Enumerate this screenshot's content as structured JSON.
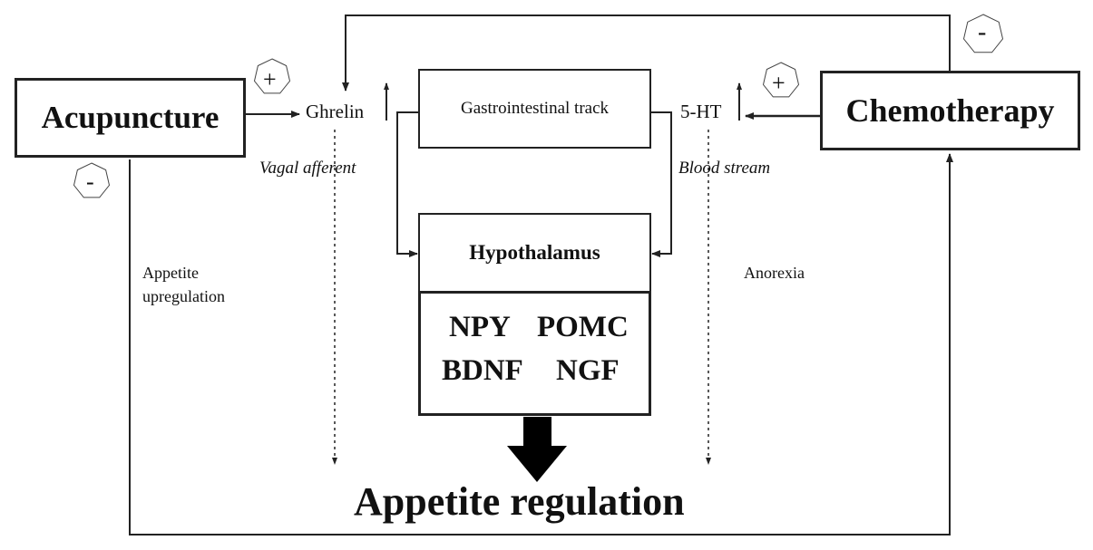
{
  "nodes": {
    "acupuncture": "Acupuncture",
    "chemotherapy": "Chemotherapy",
    "gi_tract": "Gastrointestinal track",
    "hypothalamus": "Hypothalamus",
    "npy": "NPY",
    "pomc": "POMC",
    "bdnf": "BDNF",
    "ngf": "NGF"
  },
  "labels": {
    "ghrelin": "Ghrelin",
    "serotonin": "5-HT",
    "vagal_afferent": "Vagal afferent",
    "blood_stream": "Blood stream",
    "appetite_upregulation_line1": "Appetite",
    "appetite_upregulation_line2": "upregulation",
    "anorexia": "Anorexia",
    "appetite_regulation": "Appetite regulation"
  },
  "signs": {
    "acupuncture_positive": "+",
    "acupuncture_negative": "-",
    "chemotherapy_positive": "+",
    "chemotherapy_negative": "-"
  },
  "colors": {
    "line": "#222222",
    "text": "#111111",
    "background": "#ffffff"
  }
}
